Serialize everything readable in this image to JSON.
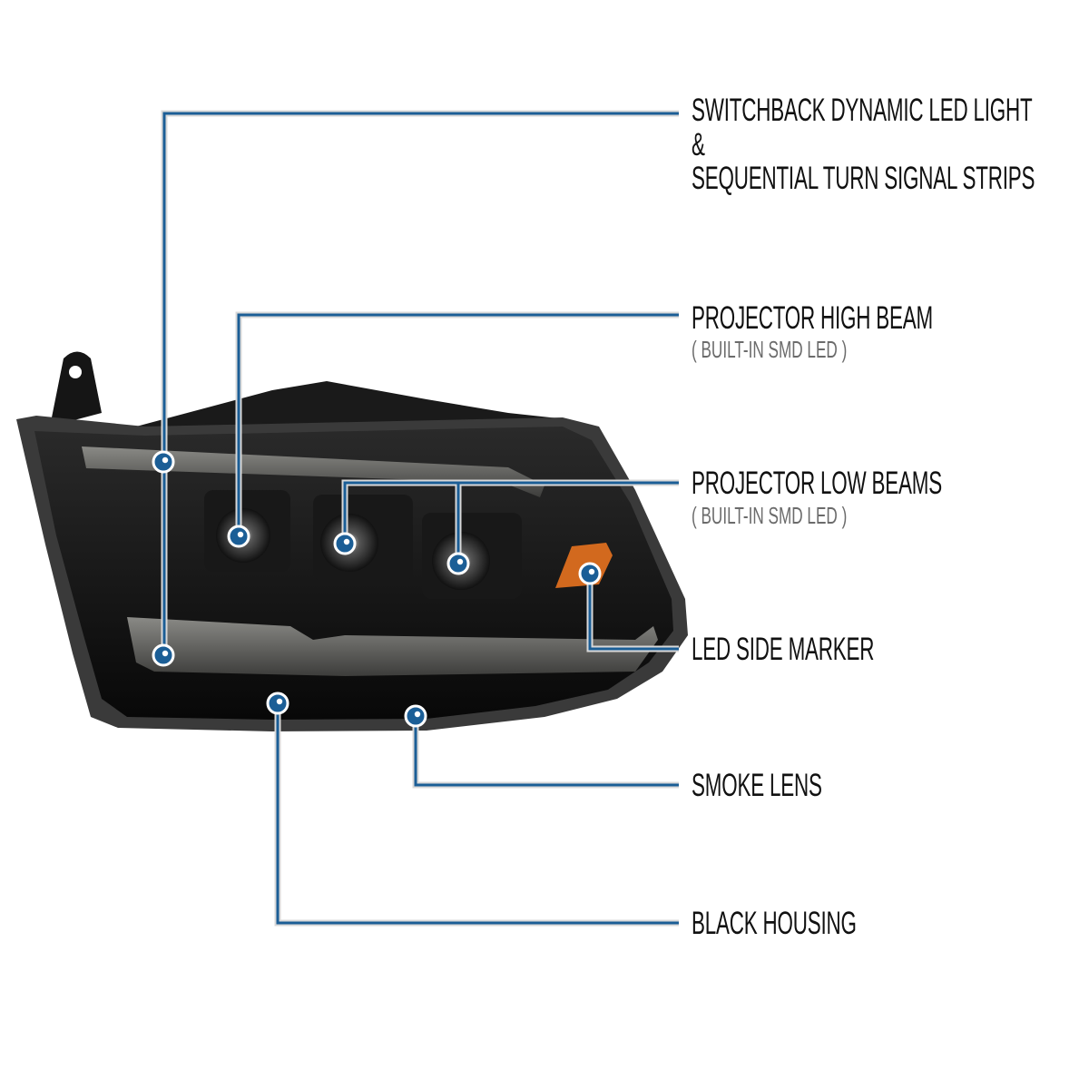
{
  "callouts": {
    "switchback": {
      "line1": "SWITCHBACK DYNAMIC LED LIGHT",
      "line2": "&",
      "line3": "SEQUENTIAL TURN SIGNAL STRIPS"
    },
    "high_beam": {
      "title": "PROJECTOR HIGH BEAM",
      "note": "( BUILT-IN SMD LED )"
    },
    "low_beams": {
      "title": "PROJECTOR LOW BEAMS",
      "note": "( BUILT-IN SMD LED )"
    },
    "side_marker": {
      "title": "LED SIDE MARKER"
    },
    "smoke_lens": {
      "title": "SMOKE LENS"
    },
    "housing": {
      "title": "BLACK HOUSING"
    }
  },
  "colors": {
    "callout_line": "#1b5e96",
    "amber_marker": "#d2691e",
    "housing": "#0d0d0d"
  }
}
